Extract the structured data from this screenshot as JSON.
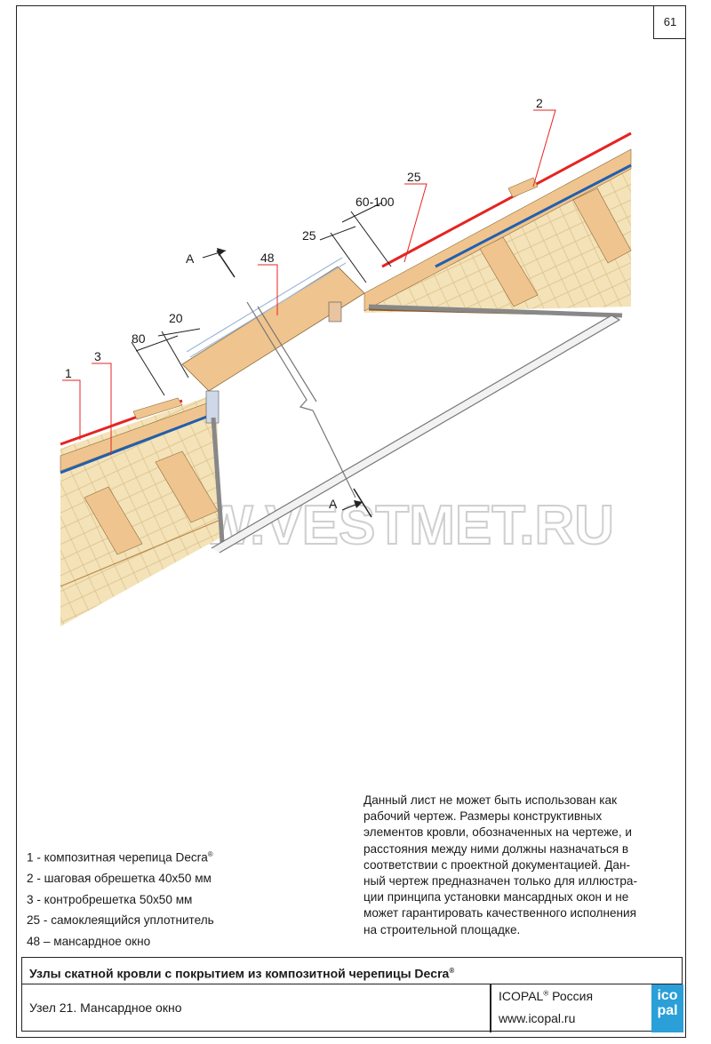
{
  "page_number": "61",
  "watermark": "WWW.VESTMET.RU",
  "labels": {
    "tile": "1",
    "batten": "2",
    "counter_batten": "3",
    "seal": "25",
    "window": "48",
    "section_a_top": "А",
    "section_a_bottom": "А"
  },
  "dimensions": {
    "d80": "80",
    "d20": "20",
    "d25": "25",
    "d60_100": "60-100"
  },
  "legend": [
    {
      "text": "1 - композитная черепица Decra",
      "sup": "®"
    },
    {
      "text": "2 - шаговая обрешетка 40х50 мм",
      "sup": ""
    },
    {
      "text": "3 - контробрешетка 50х50 мм",
      "sup": ""
    },
    {
      "text": "25 - самоклеящийся уплотнитель",
      "sup": ""
    },
    {
      "text": "48 – мансардное окно",
      "sup": ""
    }
  ],
  "note_lines": [
    "Данный лист не может быть использован как",
    "рабочий чертеж. Размеры конструктивных",
    "элементов кровли, обозначенных на чертеже, и",
    "расстояния между ними должны назначаться в",
    "соответствии с проектной документацией. Дан-",
    "ный чертеж предназначен только для иллюстра-",
    "ции принципа установки мансардных окон и не",
    "может гарантировать качественного исполнения",
    "на строительной площадке."
  ],
  "title_block": {
    "title": "Узлы скатной кровли с покрытием из композитной черепицы Decra",
    "title_sup": "®",
    "node": "Узел 21. Мансардное окно",
    "company": "ICOPAL",
    "company_sup": "®",
    "company_suffix": " Россия",
    "website": "www.icopal.ru",
    "logo_line1": "ico",
    "logo_line2": "pal"
  },
  "colors": {
    "tile_red": "#e52421",
    "wood": "#f0c48e",
    "insulation": "#f4e2b8",
    "membrane_blue": "#1f5fb0",
    "logo_blue": "#2a9fd8"
  }
}
